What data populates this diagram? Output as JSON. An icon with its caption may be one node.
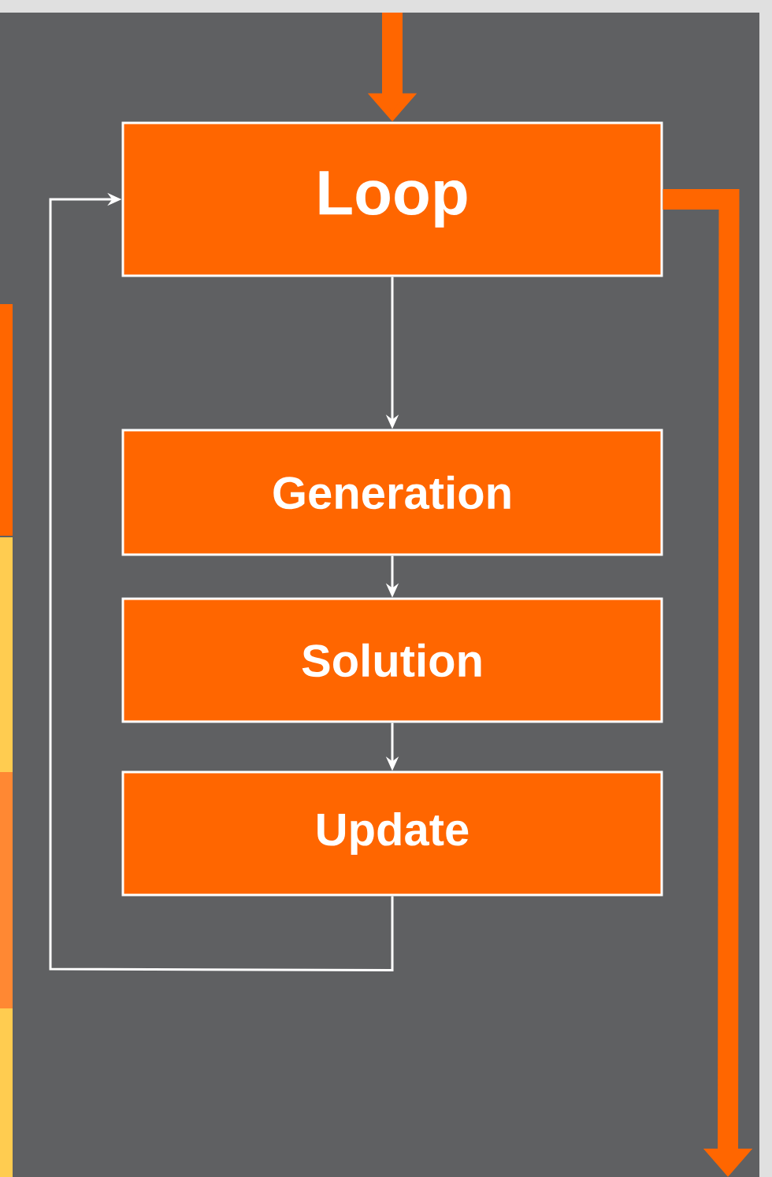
{
  "diagram": {
    "nodes": [
      {
        "text": [
          "Loop"
        ]
      },
      {
        "text": [
          "Generation"
        ]
      },
      {
        "text": [
          "Solution"
        ]
      },
      {
        "text": [
          "Update"
        ]
      }
    ],
    "edges": [
      {
        "from": null,
        "to": 0,
        "arrow": "to",
        "style": "thick",
        "color": "#ff6600"
      },
      {
        "from": 0,
        "to": 1,
        "arrow": "to"
      },
      {
        "from": 1,
        "to": 2,
        "arrow": "to"
      },
      {
        "from": 2,
        "to": 3,
        "arrow": "to"
      },
      {
        "from": 3,
        "to": 0,
        "arrow": "to"
      },
      {
        "from": 0,
        "to": null,
        "arrow": "to",
        "style": "thick",
        "color": "#ff6600"
      }
    ]
  }
}
